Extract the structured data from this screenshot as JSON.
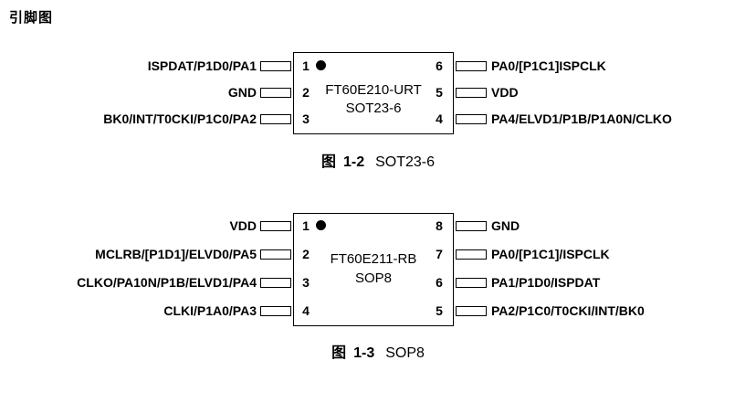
{
  "heading": "引脚图",
  "figures": [
    {
      "id": "sot23",
      "chip_name": "FT60E210-URT",
      "package": "SOT23-6",
      "left_pins": [
        {
          "num": "1",
          "label": "ISPDAT/P1D0/PA1",
          "marker": true
        },
        {
          "num": "2",
          "label": "GND"
        },
        {
          "num": "3",
          "label": "BK0/INT/T0CKI/P1C0/PA2"
        }
      ],
      "right_pins": [
        {
          "num": "6",
          "label": "PA0/[P1C1]ISPCLK"
        },
        {
          "num": "5",
          "label": "VDD"
        },
        {
          "num": "4",
          "label": "PA4/ELVD1/P1B/P1A0N/CLKO"
        }
      ],
      "caption": {
        "prefix": "图",
        "number": "1-2",
        "title": "SOT23-6"
      }
    },
    {
      "id": "sop8",
      "chip_name": "FT60E211-RB",
      "package": "SOP8",
      "left_pins": [
        {
          "num": "1",
          "label": "VDD",
          "marker": true
        },
        {
          "num": "2",
          "label": "MCLRB/[P1D1]/ELVD0/PA5"
        },
        {
          "num": "3",
          "label": "CLKO/PA10N/P1B/ELVD1/PA4"
        },
        {
          "num": "4",
          "label": "CLKI/P1A0/PA3"
        }
      ],
      "right_pins": [
        {
          "num": "8",
          "label": "GND"
        },
        {
          "num": "7",
          "label": "PA0/[P1C1]/ISPCLK"
        },
        {
          "num": "6",
          "label": "PA1/P1D0/ISPDAT"
        },
        {
          "num": "5",
          "label": "PA2/P1C0/T0CKI/INT/BK0"
        }
      ],
      "caption": {
        "prefix": "图",
        "number": "1-3",
        "title": "SOP8"
      }
    }
  ]
}
